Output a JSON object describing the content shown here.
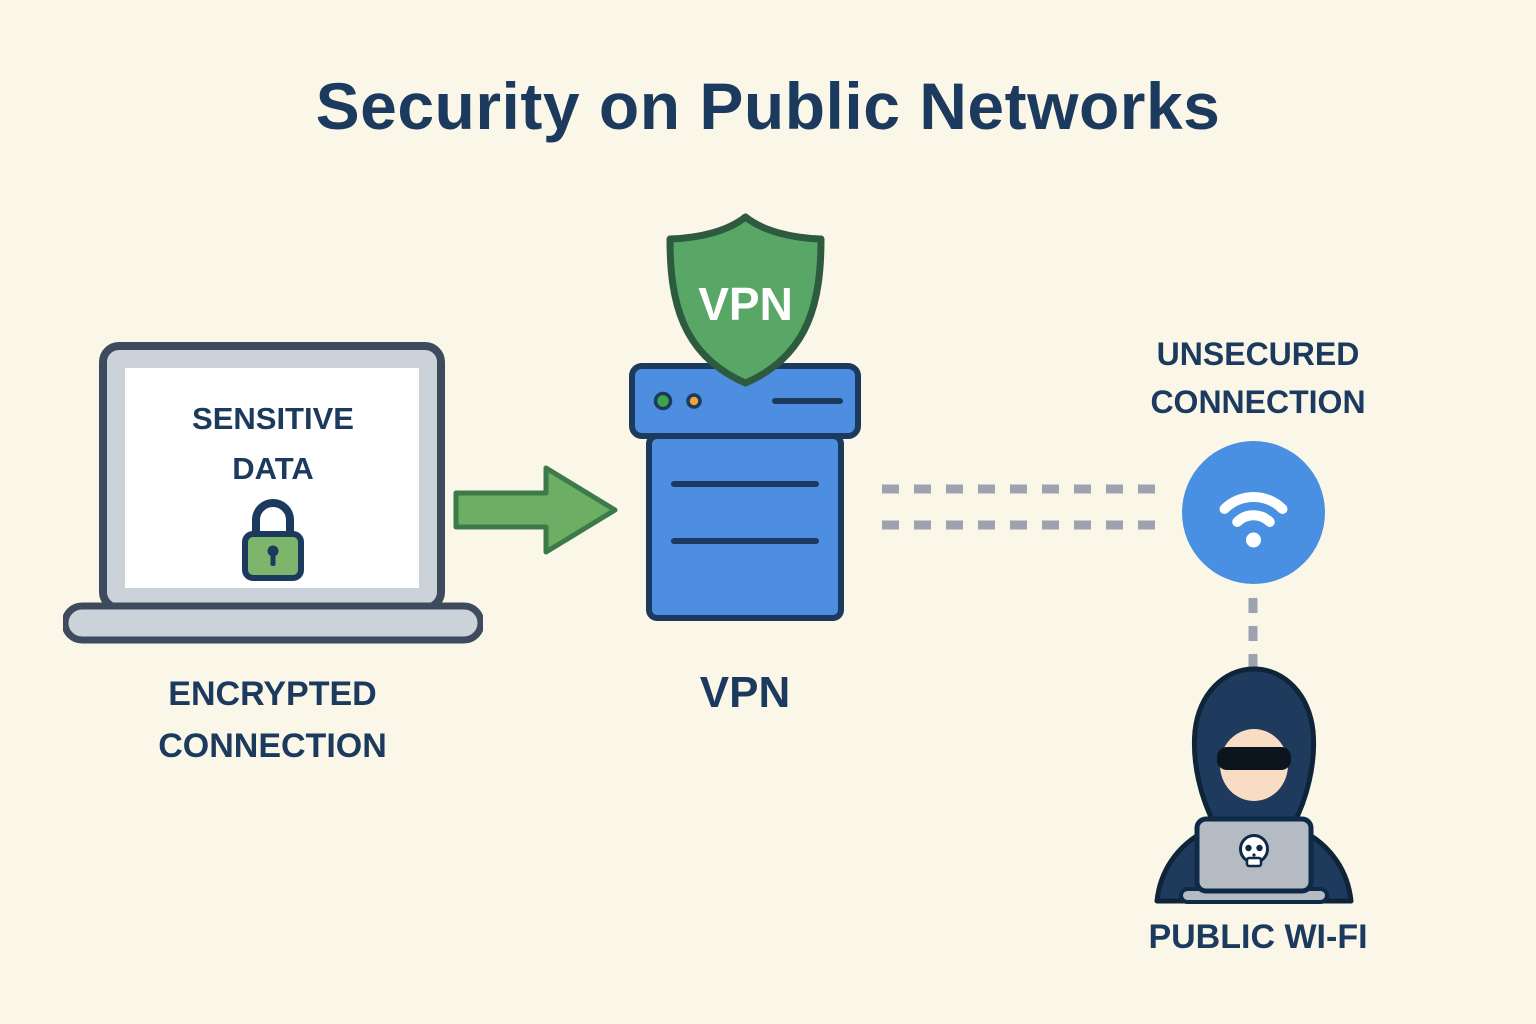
{
  "title": "Security on Public Networks",
  "colors": {
    "background": "#FAF7E8",
    "navy_text": "#1C3A5E",
    "shield_green": "#58A766",
    "arrow_green": "#6CAE63",
    "lock_green": "#7CB56B",
    "server_blue": "#4D8EE0",
    "wifi_blue": "#4A90E2",
    "dash_gray": "#9CA3AF",
    "laptop_gray": "#CBD2D9",
    "status_green": "#3FA34D",
    "status_orange": "#F0A03C",
    "hacker_navy": "#1E3A5C",
    "skin": "#F8DCC4"
  },
  "laptop": {
    "icon": "laptop-icon",
    "screen_text_line1": "SENSITIVE",
    "screen_text_line2": "DATA",
    "lock_icon": "padlock-icon",
    "caption_line1": "ENCRYPTED",
    "caption_line2": "CONNECTION"
  },
  "vpn": {
    "shield_icon": "shield-icon",
    "shield_label": "VPN",
    "server_icon": "server-icon",
    "caption": "VPN"
  },
  "wifi": {
    "icon": "wifi-icon",
    "caption_line1": "UNSECURED",
    "caption_line2": "CONNECTION"
  },
  "hacker": {
    "icon": "hacker-icon",
    "skull_icon": "skull-icon",
    "caption": "PUBLIC WI-FI"
  },
  "connections": {
    "arrow_icon": "arrow-right-icon",
    "dashed_horizontal_icon": "dashed-connection-horizontal",
    "dashed_vertical_icon": "dashed-connection-vertical"
  }
}
